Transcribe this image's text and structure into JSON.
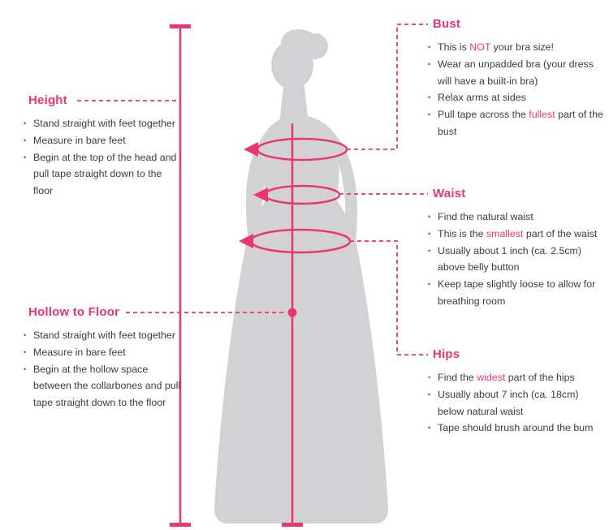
{
  "colors": {
    "accent": "#e8366f",
    "silhouette": "#d2d2d4",
    "text": "#3d3d3d"
  },
  "sections": {
    "height": {
      "title": "Height",
      "bullets": [
        [
          {
            "text": "Stand straight with feet together"
          }
        ],
        [
          {
            "text": "Measure in bare feet"
          }
        ],
        [
          {
            "text": "Begin at the top of the head and pull tape straight down to the floor"
          }
        ]
      ]
    },
    "hollow_to_floor": {
      "title": "Hollow to Floor",
      "bullets": [
        [
          {
            "text": "Stand straight with feet together"
          }
        ],
        [
          {
            "text": "Measure in bare feet"
          }
        ],
        [
          {
            "text": "Begin at the hollow space between the collarbones and pull tape straight down to the floor"
          }
        ]
      ]
    },
    "bust": {
      "title": "Bust",
      "bullets": [
        [
          {
            "text": "This is "
          },
          {
            "text": "NOT",
            "accent": true
          },
          {
            "text": " your bra size!"
          }
        ],
        [
          {
            "text": "Wear an unpadded bra (your dress will have a built-in bra)"
          }
        ],
        [
          {
            "text": "Relax arms at sides"
          }
        ],
        [
          {
            "text": "Pull tape across the "
          },
          {
            "text": "fullest",
            "accent": true
          },
          {
            "text": " part of the bust"
          }
        ]
      ]
    },
    "waist": {
      "title": "Waist",
      "bullets": [
        [
          {
            "text": "Find the natural waist"
          }
        ],
        [
          {
            "text": "This is the "
          },
          {
            "text": "smallest",
            "accent": true
          },
          {
            "text": " part of the waist"
          }
        ],
        [
          {
            "text": "Usually about 1 inch (ca. 2.5cm) above belly button"
          }
        ],
        [
          {
            "text": "Keep tape slightly loose to allow for breathing room"
          }
        ]
      ]
    },
    "hips": {
      "title": "Hips",
      "bullets": [
        [
          {
            "text": "Find the "
          },
          {
            "text": "widest",
            "accent": true
          },
          {
            "text": " part of the hips"
          }
        ],
        [
          {
            "text": "Usually about 7 inch (ca. 18cm) below natural waist"
          }
        ],
        [
          {
            "text": "Tape should brush around the bum"
          }
        ]
      ]
    }
  }
}
